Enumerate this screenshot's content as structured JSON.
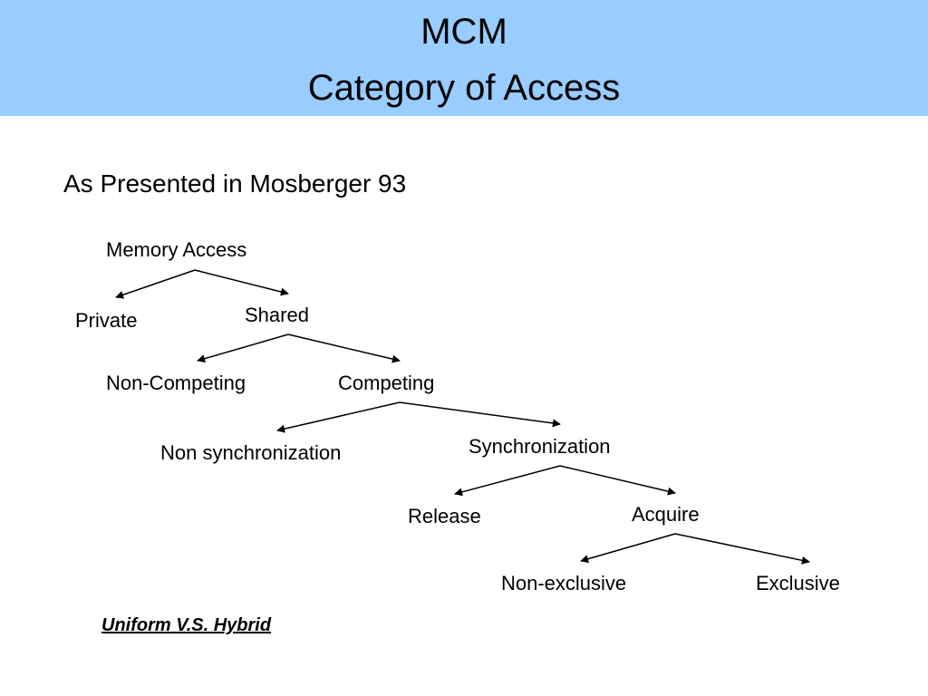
{
  "slide": {
    "title_line1": "MCM",
    "title_line2": "Category of Access",
    "subtitle": "As Presented in Mosberger 93",
    "note": "Uniform V.S. Hybrid",
    "title_band_color": "#99ccff"
  },
  "tree": {
    "memory_access": "Memory Access",
    "private": "Private",
    "shared": "Shared",
    "non_competing": "Non-Competing",
    "competing": "Competing",
    "non_synchronization": "Non synchronization",
    "synchronization": "Synchronization",
    "release": "Release",
    "acquire": "Acquire",
    "non_exclusive": "Non-exclusive",
    "exclusive": "Exclusive"
  }
}
